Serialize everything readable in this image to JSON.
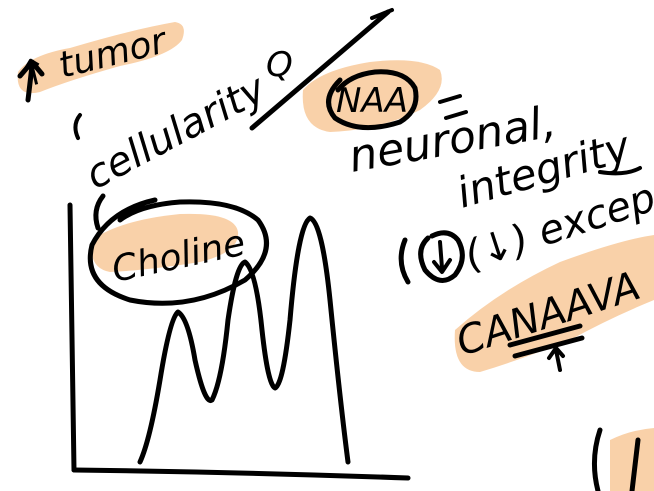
{
  "note": {
    "line1": "↑ tumor",
    "line2": "cellularity",
    "q_mark": "Q",
    "naa_label": "NAA",
    "equals": "=",
    "line3": "neuronal,",
    "line4": "integrity",
    "line5": "(↓) except",
    "line6": "CANAAVA",
    "arrow_under": "↑",
    "choline_label": "Choline"
  },
  "colors": {
    "ink": "#000000",
    "highlight": "#f8c99a",
    "background": "#ffffff"
  }
}
